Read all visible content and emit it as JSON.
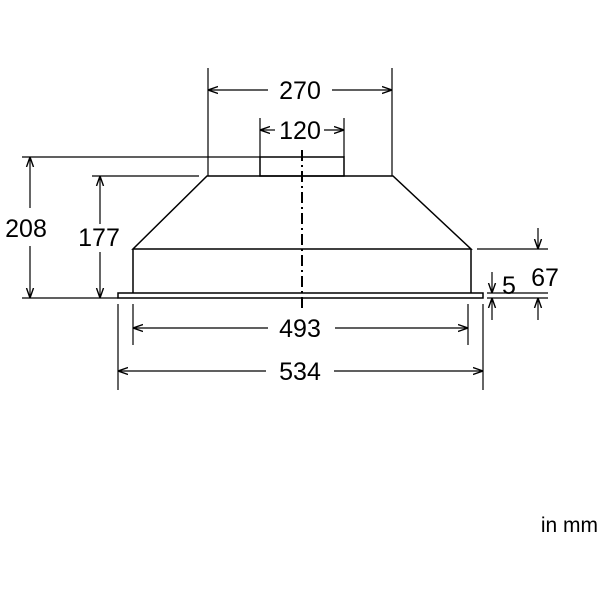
{
  "dimensions": {
    "top_width": "270",
    "outlet_width": "120",
    "total_height": "208",
    "body_height": "177",
    "lower_height": "67",
    "flange_thickness": "5",
    "inner_width": "493",
    "outer_width": "534"
  },
  "unit_note": "in mm"
}
